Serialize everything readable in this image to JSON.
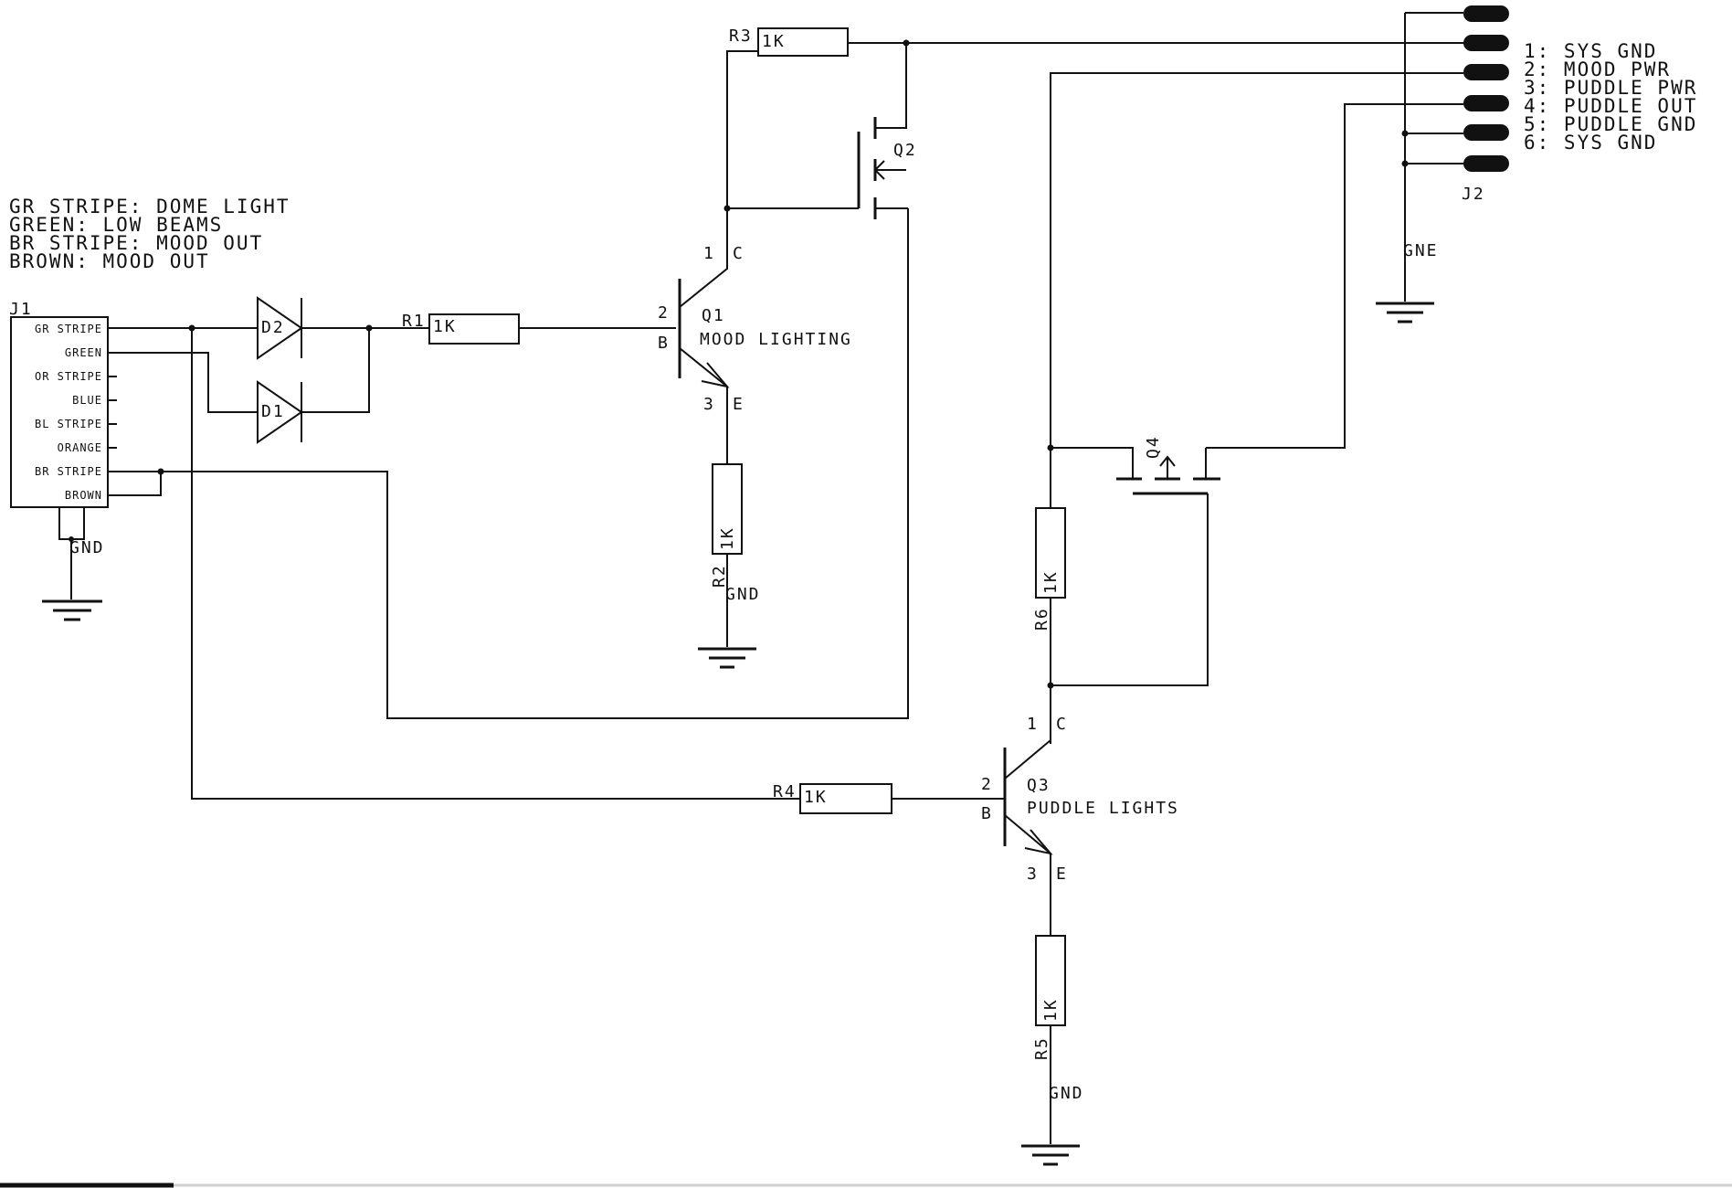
{
  "legend": [
    "GR STRIPE: DOME LIGHT",
    "GREEN: LOW BEAMS",
    "BR STRIPE: MOOD OUT",
    "BROWN: MOOD OUT"
  ],
  "j1": {
    "ref": "J1",
    "pins": [
      "GR STRIPE",
      "GREEN",
      "OR STRIPE",
      "BLUE",
      "BL STRIPE",
      "ORANGE",
      "BR STRIPE",
      "BROWN"
    ],
    "gnd": "GND"
  },
  "j2": {
    "ref": "J2",
    "pins": [
      "1: SYS GND",
      "2: MOOD PWR",
      "3: PUDDLE PWR",
      "4: PUDDLE OUT",
      "5: PUDDLE GND",
      "6: SYS GND"
    ],
    "gnd": "GNE"
  },
  "diodes": {
    "d1": "D1",
    "d2": "D2"
  },
  "resistors": {
    "r1": {
      "ref": "R1",
      "value": "1K"
    },
    "r2": {
      "ref": "R2",
      "value": "1K"
    },
    "r3": {
      "ref": "R3",
      "value": "1K"
    },
    "r4": {
      "ref": "R4",
      "value": "1K"
    },
    "r5": {
      "ref": "R5",
      "value": "1K"
    },
    "r6": {
      "ref": "R6",
      "value": "1K"
    }
  },
  "transistors": {
    "q1": {
      "ref": "Q1",
      "desc": "MOOD LIGHTING",
      "pin1": "1",
      "pin2": "2",
      "pin3": "3",
      "c": "C",
      "b": "B",
      "e": "E"
    },
    "q2": {
      "ref": "Q2"
    },
    "q3": {
      "ref": "Q3",
      "desc": "PUDDLE LIGHTS",
      "pin1": "1",
      "pin2": "2",
      "pin3": "3",
      "c": "C",
      "b": "B",
      "e": "E"
    },
    "q4": {
      "ref": "Q4"
    }
  },
  "gnd_labels": {
    "q1_emitter": "GND",
    "q3_emitter": "GND"
  },
  "colors": {
    "ink": "#111111",
    "background": "#ffffff"
  }
}
